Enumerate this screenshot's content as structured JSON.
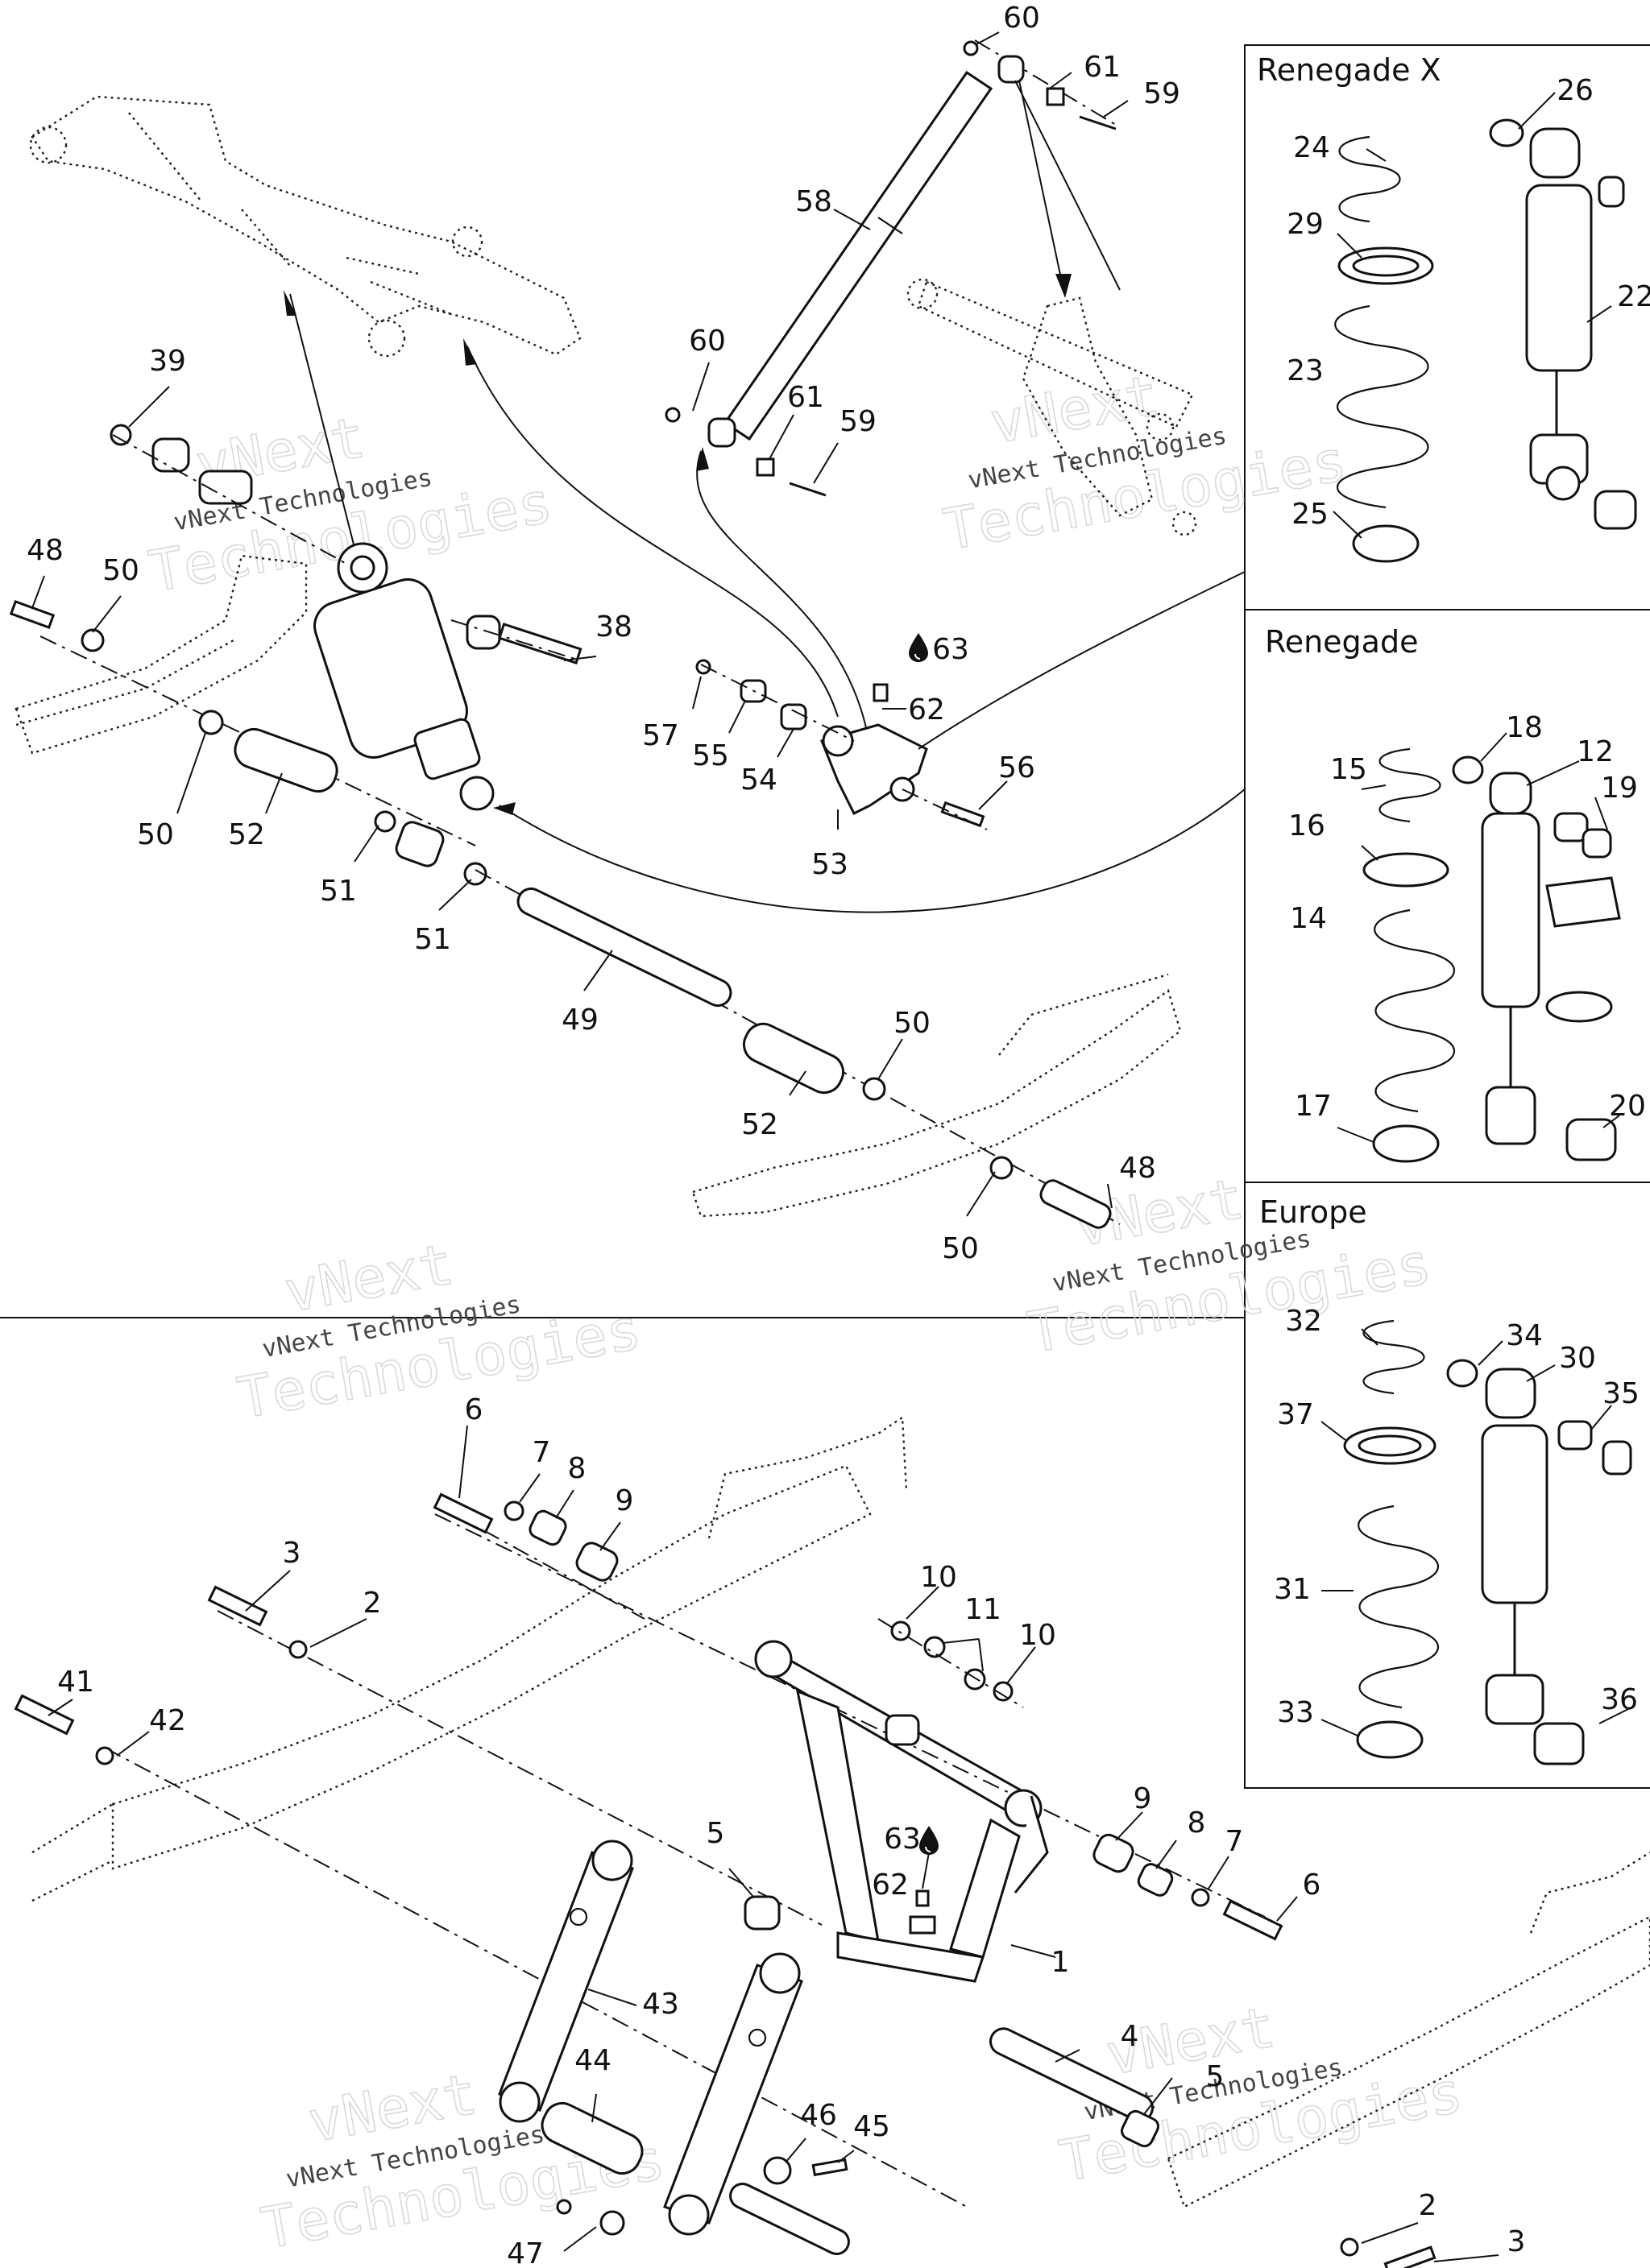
{
  "panels": {
    "renegade_x": {
      "title": "Renegade X"
    },
    "renegade": {
      "title": "Renegade"
    },
    "europe": {
      "title": "Europe"
    }
  },
  "watermark": {
    "line1": "vNext",
    "line2": "vNext Technologies",
    "line3": "Technologies"
  },
  "lubricant_icon": "oil-drop-icon",
  "callouts": {
    "c60a": "60",
    "c61a": "61",
    "c59a": "59",
    "c58": "58",
    "c60b": "60",
    "c61b": "61",
    "c59b": "59",
    "c39": "39",
    "c48a": "48",
    "c50a": "50",
    "c38": "38",
    "c63a": "63",
    "c62a": "62",
    "c57": "57",
    "c55": "55",
    "c54": "54",
    "c56": "56",
    "c53": "53",
    "c50b": "50",
    "c52a": "52",
    "c51a": "51",
    "c51b": "51",
    "c49": "49",
    "c50c": "50",
    "c52b": "52",
    "c48b": "48",
    "c50d": "50",
    "c26": "26",
    "c24": "24",
    "c29": "29",
    "c22": "22",
    "c23": "23",
    "c25": "25",
    "c18": "18",
    "c12": "12",
    "c15": "15",
    "c19": "19",
    "c16": "16",
    "c14": "14",
    "c17": "17",
    "c20": "20",
    "c32": "32",
    "c34": "34",
    "c30": "30",
    "c35": "35",
    "c37": "37",
    "c31": "31",
    "c33": "33",
    "c36": "36",
    "c6a": "6",
    "c7a": "7",
    "c8a": "8",
    "c9a": "9",
    "c3a": "3",
    "c2a": "2",
    "c10a": "10",
    "c11": "11",
    "c10b": "10",
    "c41": "41",
    "c42": "42",
    "c9b": "9",
    "c8b": "8",
    "c7b": "7",
    "c6b": "6",
    "c5a": "5",
    "c63b": "63",
    "c62b": "62",
    "c1": "1",
    "c43": "43",
    "c44": "44",
    "c4": "4",
    "c5b": "5",
    "c46": "46",
    "c45": "45",
    "c2b": "2",
    "c3b": "3",
    "c47": "47"
  }
}
